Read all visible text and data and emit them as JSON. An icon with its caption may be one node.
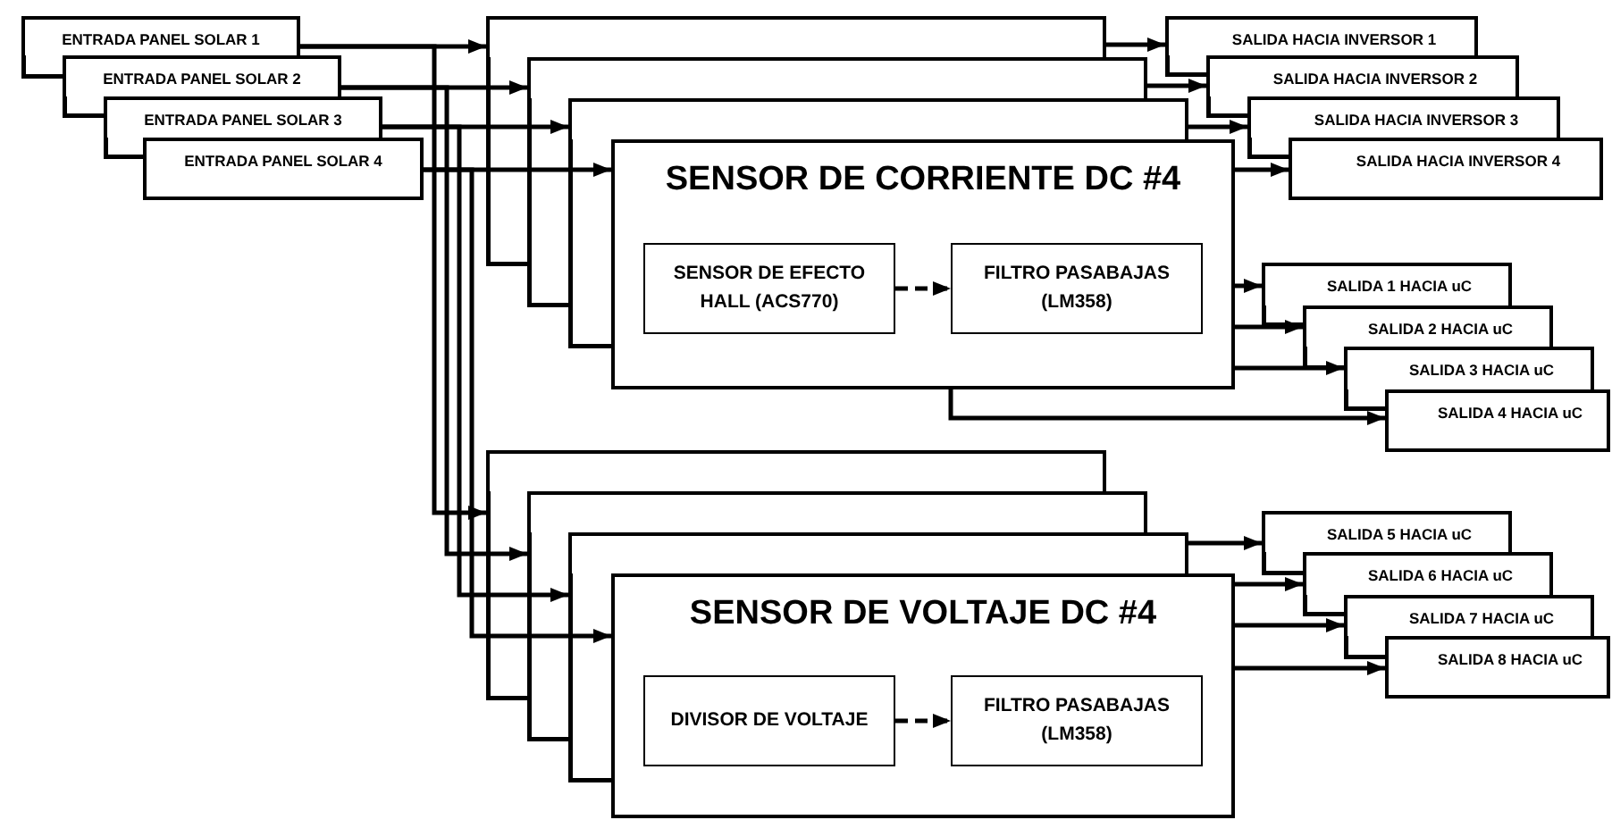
{
  "diagram": {
    "nodes": [
      {
        "text": [
          "ENTRADA PANEL SOLAR 1"
        ]
      },
      {
        "text": [
          "ENTRADA PANEL SOLAR 2"
        ]
      },
      {
        "text": [
          "ENTRADA PANEL SOLAR 3"
        ]
      },
      {
        "text": [
          "ENTRADA PANEL SOLAR 4"
        ]
      },
      {
        "text": [],
        "shape": "box"
      },
      {
        "text": [],
        "shape": "box"
      },
      {
        "text": [],
        "shape": "box"
      },
      {
        "text": [
          "SENSOR DE CORRIENTE DC #4"
        ]
      },
      {
        "text": [
          "SENSOR DE EFECTO HALL (ACS770)"
        ],
        "in": 7
      },
      {
        "text": [
          "FILTRO PASABAJAS (LM358)"
        ],
        "in": 7
      },
      {
        "text": [
          "SALIDA HACIA INVERSOR 1"
        ]
      },
      {
        "text": [
          "SALIDA HACIA INVERSOR 2"
        ]
      },
      {
        "text": [
          "SALIDA HACIA INVERSOR 3"
        ]
      },
      {
        "text": [
          "SALIDA HACIA INVERSOR 4"
        ]
      },
      {
        "text": [
          "SALIDA 1 HACIA uC"
        ]
      },
      {
        "text": [
          "SALIDA 2 HACIA uC"
        ]
      },
      {
        "text": [
          "SALIDA 3 HACIA uC"
        ]
      },
      {
        "text": [
          "SALIDA 4 HACIA uC"
        ]
      },
      {
        "text": [],
        "shape": "box"
      },
      {
        "text": [],
        "shape": "box"
      },
      {
        "text": [],
        "shape": "box"
      },
      {
        "text": [
          "SENSOR DE VOLTAJE DC #4"
        ]
      },
      {
        "text": [
          "DIVISOR DE VOLTAJE"
        ],
        "in": 21
      },
      {
        "text": [
          "FILTRO PASABAJAS (LM358)"
        ],
        "in": 21
      },
      {
        "text": [
          "SALIDA 5 HACIA uC"
        ]
      },
      {
        "text": [
          "SALIDA 6 HACIA uC"
        ]
      },
      {
        "text": [
          "SALIDA 7 HACIA uC"
        ]
      },
      {
        "text": [
          "SALIDA 8 HACIA uC"
        ]
      }
    ],
    "edges": [
      {
        "from": 0,
        "to": 4,
        "arrow": "to"
      },
      {
        "from": 1,
        "to": 5,
        "arrow": "to"
      },
      {
        "from": 2,
        "to": 6,
        "arrow": "to"
      },
      {
        "from": 3,
        "to": 7,
        "arrow": "to"
      },
      {
        "from": 0,
        "to": 18,
        "arrow": "to"
      },
      {
        "from": 1,
        "to": 19,
        "arrow": "to"
      },
      {
        "from": 2,
        "to": 20,
        "arrow": "to"
      },
      {
        "from": 3,
        "to": 21,
        "arrow": "to"
      },
      {
        "from": 4,
        "to": 10,
        "arrow": "to"
      },
      {
        "from": 5,
        "to": 11,
        "arrow": "to"
      },
      {
        "from": 6,
        "to": 12,
        "arrow": "to"
      },
      {
        "from": 7,
        "to": 13,
        "arrow": "to"
      },
      {
        "from": 7,
        "to": 14,
        "arrow": "to"
      },
      {
        "from": 7,
        "to": 15,
        "arrow": "to"
      },
      {
        "from": 7,
        "to": 16,
        "arrow": "to"
      },
      {
        "from": 7,
        "to": 17,
        "arrow": "to"
      },
      {
        "from": 20,
        "to": 24,
        "arrow": "to"
      },
      {
        "from": 21,
        "to": 25,
        "arrow": "to"
      },
      {
        "from": 21,
        "to": 26,
        "arrow": "to"
      },
      {
        "from": 21,
        "to": 27,
        "arrow": "to"
      },
      {
        "from": 8,
        "to": 9,
        "arrow": "to",
        "style": "dashed"
      },
      {
        "from": 22,
        "to": 23,
        "arrow": "to",
        "style": "dashed"
      }
    ]
  }
}
